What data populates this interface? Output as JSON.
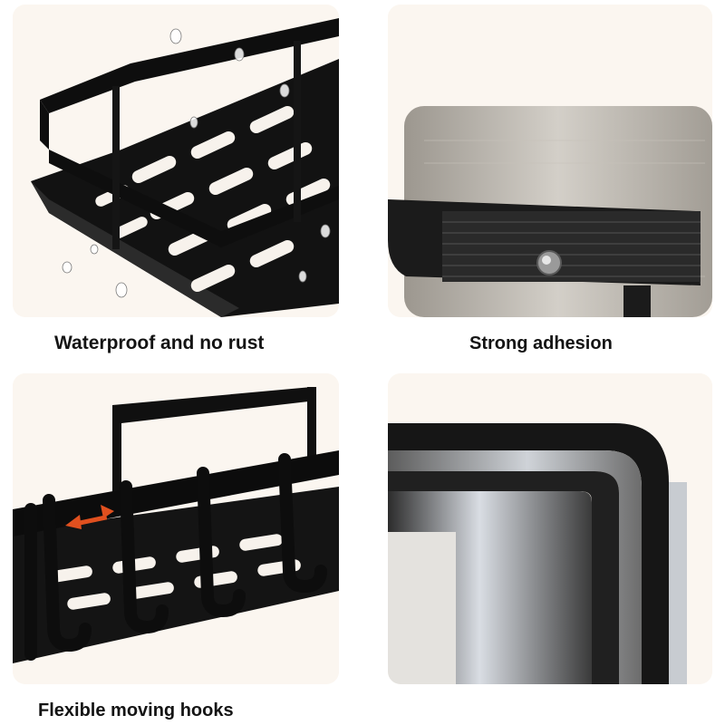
{
  "features": [
    {
      "caption": "Waterproof and no rust",
      "illustration": "shelf-water-droplets"
    },
    {
      "caption": "Strong adhesion",
      "illustration": "adhesive-mount-bracket"
    },
    {
      "caption": "Flexible moving hooks",
      "illustration": "shelf-with-hooks"
    },
    {
      "caption": "",
      "illustration": "metal-profile-layers"
    }
  ],
  "colors": {
    "panel_background": "#fbf6f0",
    "shelf_black": "#111111",
    "adhesive_metal": "#b8b3ab",
    "arrow_orange": "#e0501f",
    "caption_text": "#141414"
  }
}
